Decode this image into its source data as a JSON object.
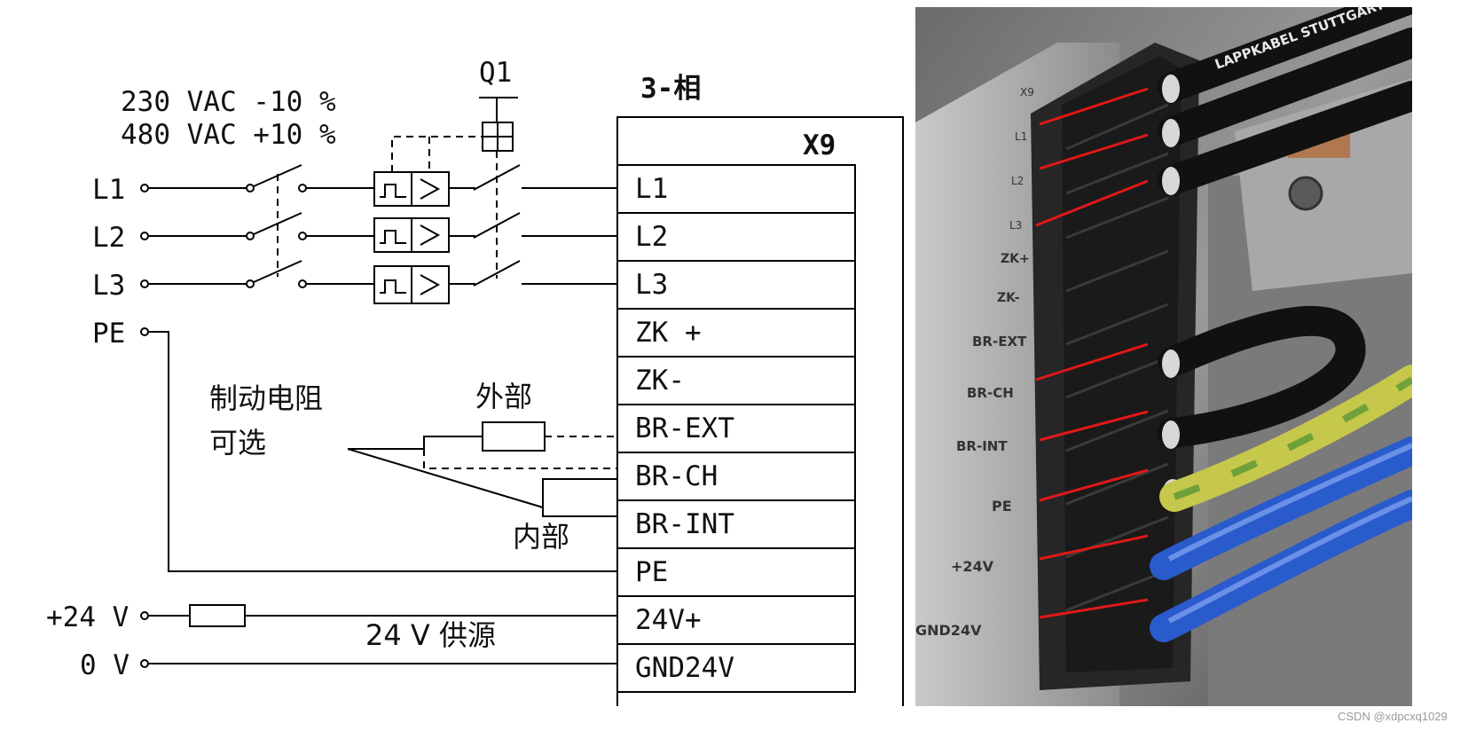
{
  "diagram": {
    "voltage_lines": [
      "230 VAC -10 %",
      "480 VAC +10 %"
    ],
    "breaker": "Q1",
    "phase_title": "3-相",
    "connector": "X9",
    "inputs": [
      "L1",
      "L2",
      "L3",
      "PE"
    ],
    "terminals": [
      "L1",
      "L2",
      "L3",
      "ZK +",
      "ZK-",
      "BR-EXT",
      "BR-CH",
      "BR-INT",
      "PE",
      "24V+",
      "GND24V"
    ],
    "brake_resistor": [
      "制动电阻",
      "可选"
    ],
    "external": "外部",
    "internal": "内部",
    "supply_24v": "+24 V",
    "supply_0v": "0 V",
    "supply_label": "24 V 供源"
  },
  "photo": {
    "labels": [
      "X9",
      "L1",
      "L2",
      "L3",
      "ZK+",
      "ZK-",
      "BR-EXT",
      "BR-CH",
      "BR-INT",
      "PE",
      "+24V",
      "GND24V"
    ],
    "cable_brand": "LAPPKABEL STUTTGART",
    "marker_color": "#e01818"
  },
  "watermark": "CSDN @xdpcxq1029"
}
